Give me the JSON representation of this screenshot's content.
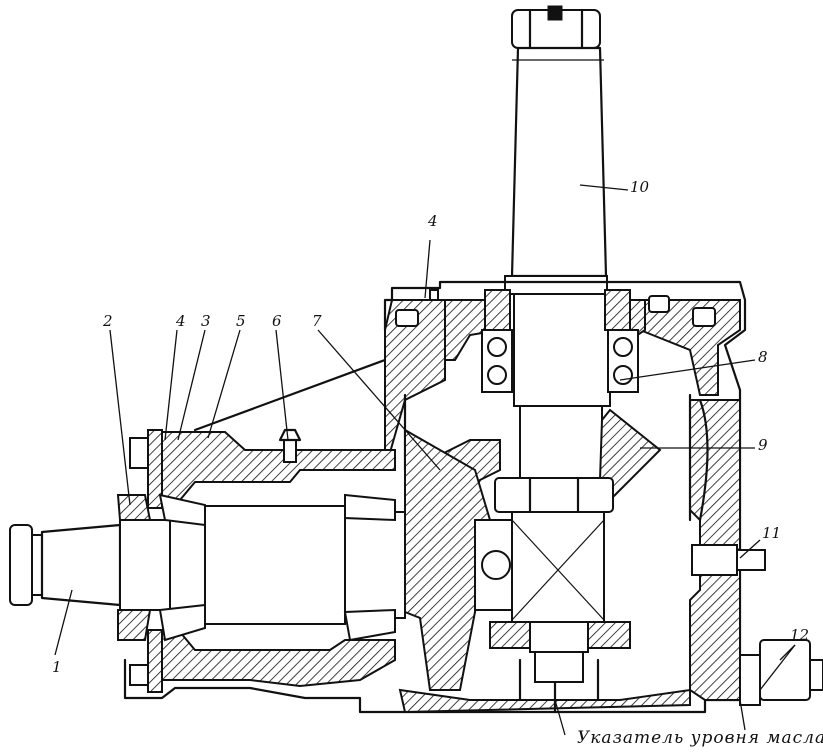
{
  "labels": {
    "l1": "1",
    "l2": "2",
    "l3": "3",
    "l4": "4",
    "l5": "5",
    "l6": "6",
    "l7": "7",
    "l8": "8",
    "l9": "9",
    "l10": "10",
    "l11": "11",
    "l12": "12",
    "l4top": "4"
  },
  "note": "Указатель уровня масла"
}
